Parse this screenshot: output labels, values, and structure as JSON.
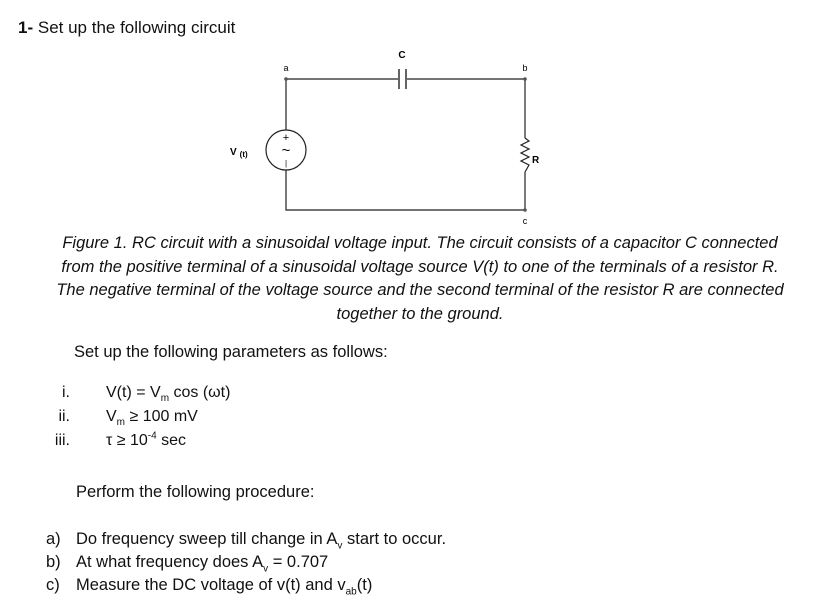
{
  "heading": {
    "number": "1-",
    "text": "Set up the following circuit"
  },
  "circuit": {
    "source_label": "V",
    "source_label_sub": "(t)",
    "plus": "+",
    "minus": "|",
    "tilde": "~",
    "node_a": "a",
    "node_b": "b",
    "node_c": "c",
    "capacitor_label": "C",
    "resistor_label": "R"
  },
  "caption": {
    "lines": [
      "Figure 1. RC circuit with a sinusoidal voltage input. The circuit consists of a capacitor C connected",
      "from the positive terminal of a sinusoidal voltage source V(t) to one of the terminals of a resistor R.",
      "The negative terminal of the voltage source and the second terminal of the resistor R are connected",
      "together to the ground."
    ]
  },
  "params": {
    "intro": "Set up the following parameters as follows:",
    "items": [
      {
        "num": "i.",
        "pre": "V(t) = V",
        "sub": "m",
        "post": " cos (ωt)"
      },
      {
        "num": "ii.",
        "pre": "V",
        "sub": "m",
        "post": " ≥ 100 mV"
      },
      {
        "num": "iii.",
        "pre": "τ ≥ 10",
        "sup": "-4",
        "post": " sec"
      }
    ]
  },
  "procedure": {
    "intro": "Perform the following procedure:",
    "steps": [
      {
        "label": "a)",
        "pre": "Do frequency sweep till change in A",
        "sub": "v",
        "post": " start to occur."
      },
      {
        "label": "b)",
        "pre": "At what frequency does A",
        "sub": "v",
        "post": " = 0.707"
      },
      {
        "label": "c)",
        "pre": "Measure the DC voltage of v(t) and v",
        "sub": "ab",
        "post": "(t)"
      }
    ]
  }
}
